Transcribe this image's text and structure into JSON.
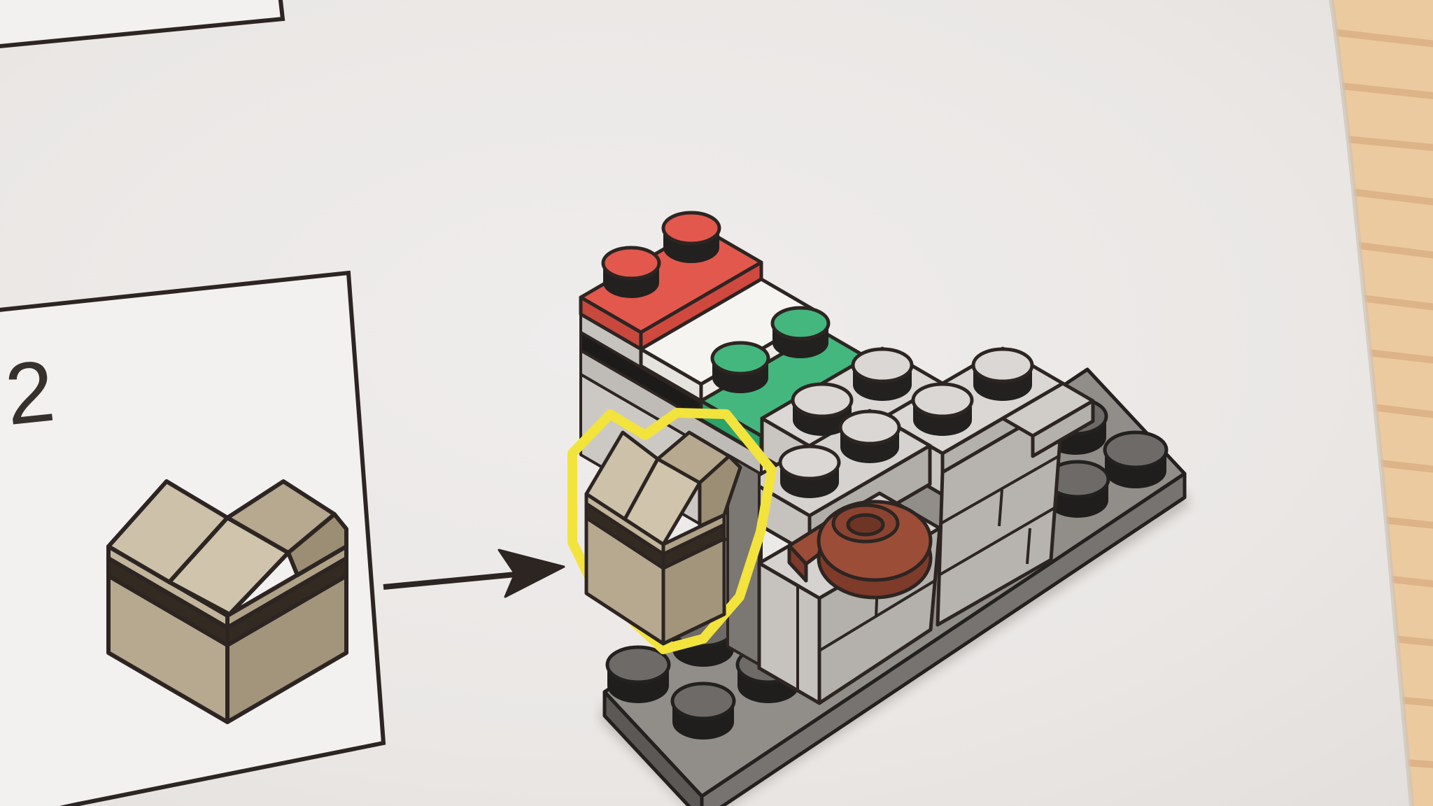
{
  "step": {
    "number": "2"
  },
  "illustration": {
    "kind": "lego-instruction-step",
    "description": "Place the tan roof assembly (shown in inset box) onto the model at the yellow-highlighted position",
    "pieces": {
      "inset_piece": "tan roof assembly (2x2 brick with slope pieces)",
      "target_piece": "tan roof assembly placement target",
      "flag_plates": "red, white and green 1x2 plates forming Italian flag",
      "grille_tile": "light gray 1x2 grille tile",
      "gray_wall": "light gray bricks and plates",
      "round_plate": "reddish-brown 1x1 round plate with tail",
      "baseplate": "dark gray plate with studs"
    }
  },
  "colors": {
    "paper": "#eae7e5",
    "box_fill": "#f3f1f0",
    "outline": "#2d2522",
    "step_text": "#37312d",
    "flag_red": "#e2584d",
    "flag_red_dark": "#c8483e",
    "flag_white": "#f6f4f1",
    "flag_white_dark": "#e6e3df",
    "flag_green": "#43b77e",
    "flag_green_dark": "#2da269",
    "highlight_yellow": "#f2e33d",
    "brick_gray_top": "#dad7d4",
    "brick_gray_sw": "#c9c6c2",
    "brick_gray_se": "#b4b1ad",
    "baseplate_top": "#918e8a",
    "baseplate_sw": "#5b5855",
    "baseplate_se": "#767370",
    "stud_dark": "#6d6a67",
    "tan_light": "#cdc1a9",
    "tan_mid": "#b7a98f",
    "tan_dark": "#a3957b",
    "tan_gable": "#d0c4ac",
    "tan_shadow": "#9c8e74",
    "brown_top": "#9c4d37",
    "brown_side": "#7e3b29",
    "wood": "#ecca9f",
    "wood_grain": "#dbb084"
  }
}
